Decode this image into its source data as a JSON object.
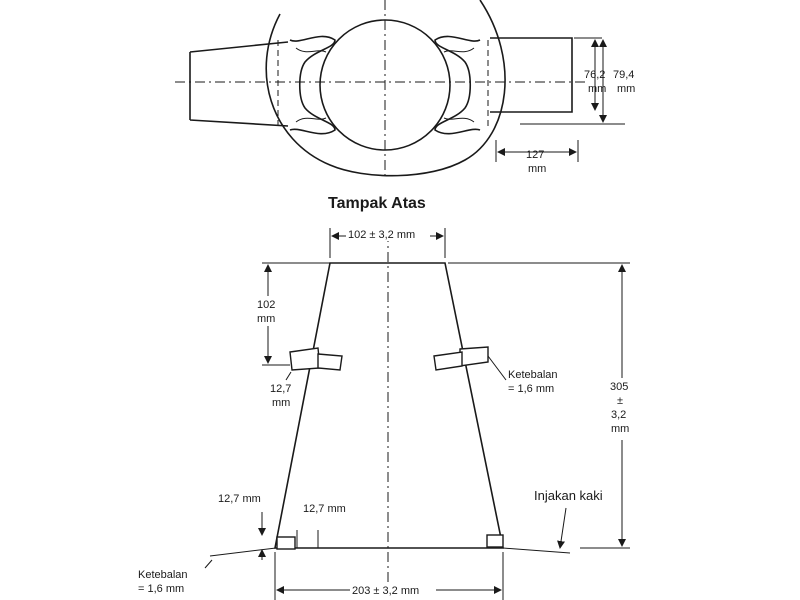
{
  "top_view": {
    "title": "Tampak Atas",
    "dim_76": [
      "76,2",
      "mm"
    ],
    "dim_79": [
      "79,4",
      "mm"
    ],
    "dim_127": [
      "127",
      "mm"
    ]
  },
  "side_view": {
    "dim_top_width": "102 ± 3,2 mm",
    "dim_102": [
      "102",
      "mm"
    ],
    "dim_127_left": [
      "12,7",
      "mm"
    ],
    "dim_thickness_right": [
      "Ketebalan",
      "= 1,6 mm"
    ],
    "dim_height": [
      "305",
      "±",
      "3,2",
      "mm"
    ],
    "dim_foot_a": "12,7 mm",
    "dim_foot_b": "12,7 mm",
    "foot_label": "Injakan kaki",
    "dim_thickness_left": [
      "Ketebalan",
      "= 1,6 mm"
    ],
    "dim_bottom_width": "203 ± 3,2 mm"
  }
}
